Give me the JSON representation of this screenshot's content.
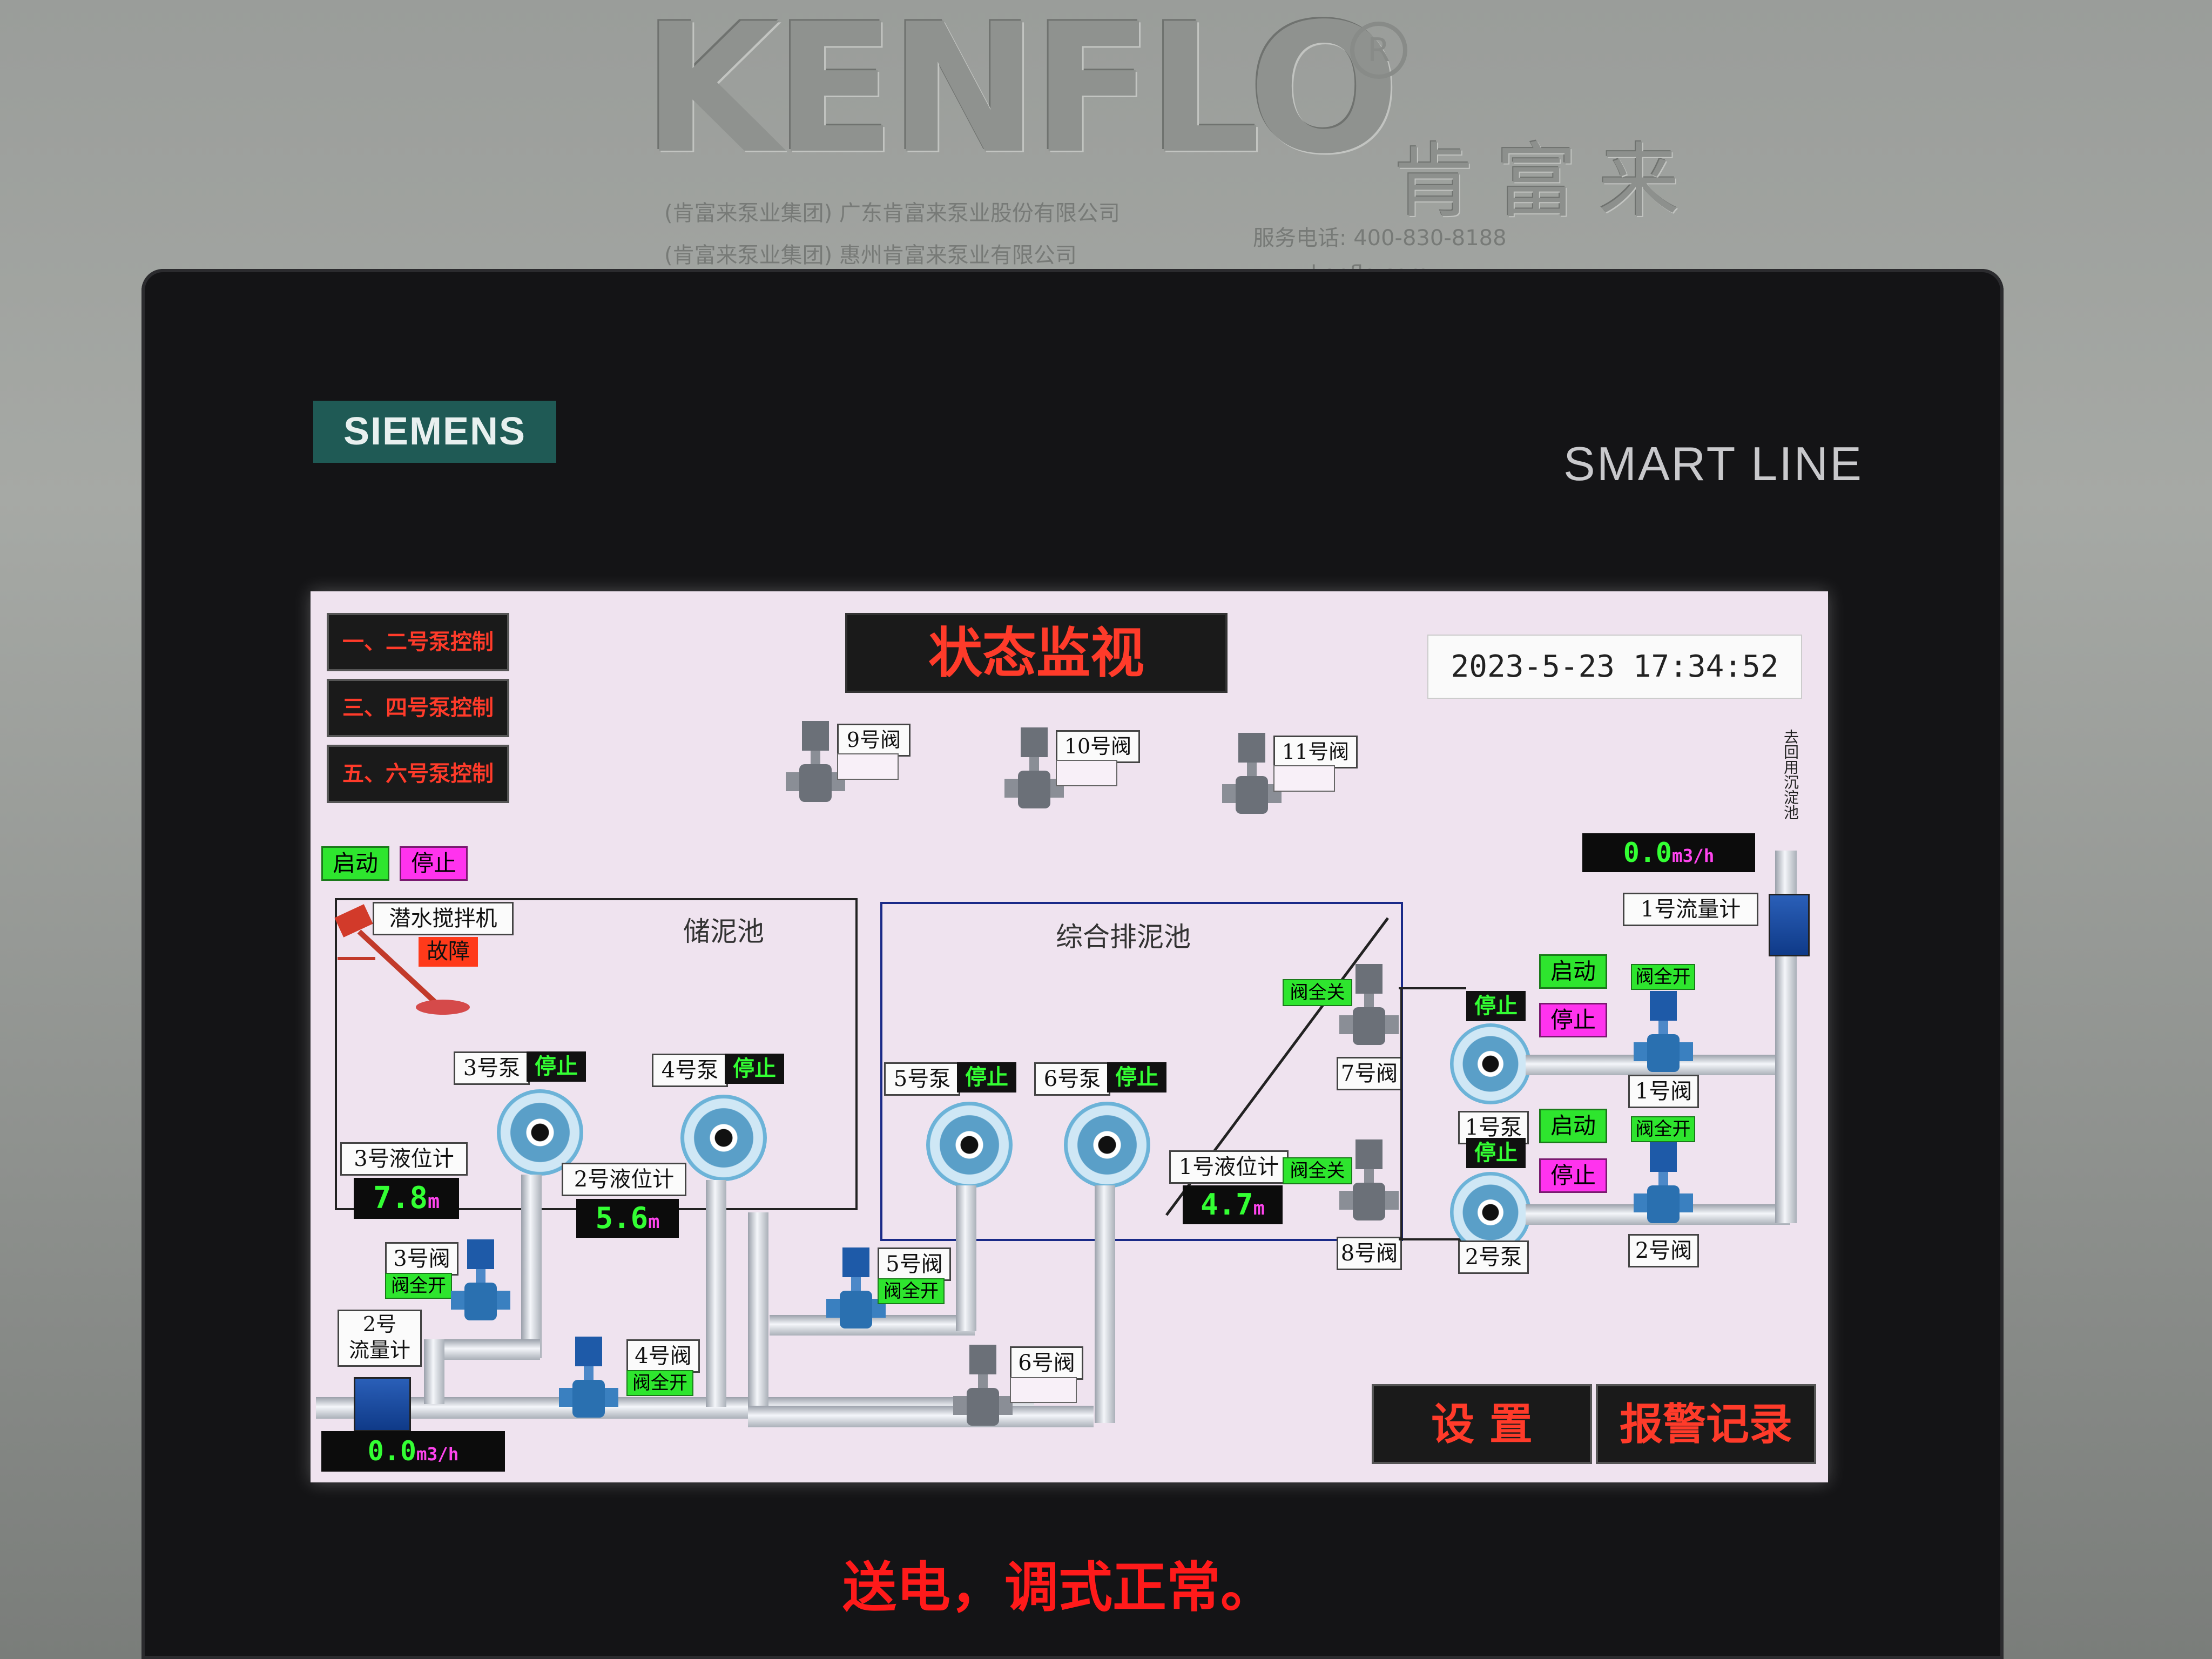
{
  "plate": {
    "logo": "KENFLO",
    "logo_cn": "肯富来",
    "registered": "R",
    "line1": "(肯富来泵业集团) 广东肯富来泵业股份有限公司",
    "line2": "(肯富来泵业集团) 惠州肯富来泵业有限公司",
    "hotline": "服务电话: 400-830-8188",
    "website": "www.kenflo.com"
  },
  "bezel": {
    "brand": "SIEMENS",
    "series": "SMART LINE"
  },
  "hmi": {
    "title": "状态监视",
    "datetime": "2023-5-23  17:34:52",
    "nav": [
      "一、二号泵控制",
      "三、四号泵控制",
      "五、六号泵控制"
    ],
    "mixer": {
      "start": "启动",
      "stop": "停止",
      "name": "潜水搅拌机",
      "status": "故障"
    },
    "tanks": {
      "storage": "储泥池",
      "combined": "综合排泥池"
    },
    "top_valves": [
      "9号阀",
      "10号阀",
      "11号阀"
    ],
    "pumps": {
      "p3": {
        "name": "3号泵",
        "state": "停止"
      },
      "p4": {
        "name": "4号泵",
        "state": "停止"
      },
      "p5": {
        "name": "5号泵",
        "state": "停止"
      },
      "p6": {
        "name": "6号泵",
        "state": "停止"
      },
      "p1": {
        "name": "1号泵",
        "state": "停止",
        "start": "启动",
        "stop": "停止"
      },
      "p2": {
        "name": "2号泵",
        "state": "停止",
        "start": "启动",
        "stop": "停止"
      }
    },
    "levels": {
      "l3": {
        "name": "3号液位计",
        "value": "7.8",
        "unit": "m"
      },
      "l2": {
        "name": "2号液位计",
        "value": "5.6",
        "unit": "m"
      },
      "l1": {
        "name": "1号液位计",
        "value": "4.7",
        "unit": "m"
      }
    },
    "valves": {
      "v3": {
        "name": "3号阀",
        "state": "阀全开"
      },
      "v4": {
        "name": "4号阀",
        "state": "阀全开"
      },
      "v5": {
        "name": "5号阀",
        "state": "阀全开"
      },
      "v6": {
        "name": "6号阀"
      },
      "v7": {
        "name": "7号阀",
        "state": "阀全关"
      },
      "v8": {
        "name": "8号阀",
        "state": "阀全关"
      },
      "v1": {
        "name": "1号阀",
        "state": "阀全开"
      },
      "v2": {
        "name": "2号阀",
        "state": "阀全开"
      }
    },
    "flow": {
      "f1": {
        "name": "1号流量计",
        "value": "0.0",
        "unit": "m3/h"
      },
      "f2": {
        "name": "2号\n流量计",
        "value": "0.0",
        "unit": "m3/h"
      }
    },
    "outlet_label": "去回用沉淀池",
    "buttons": {
      "settings": "设  置",
      "alarms": "报警记录"
    }
  },
  "caption": "送电，调式正常。"
}
